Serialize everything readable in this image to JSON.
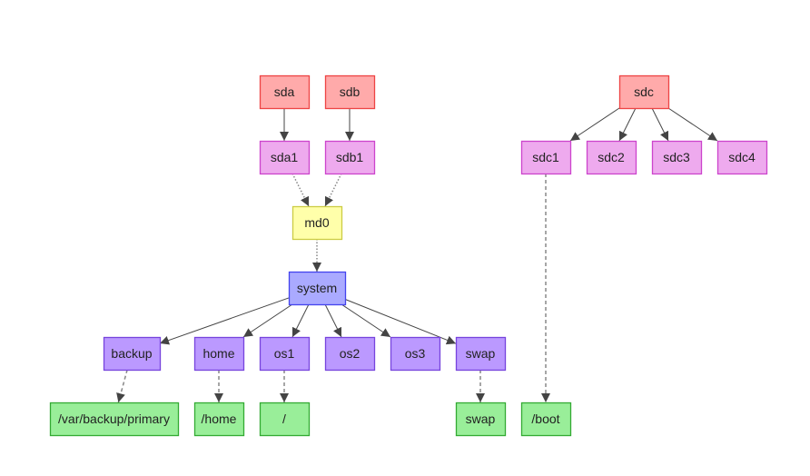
{
  "diagram": {
    "type": "block-device-graph",
    "styles": {
      "disk": {
        "fill": "#ffaaaa",
        "stroke": "#ee4444"
      },
      "partition": {
        "fill": "#eeaaee",
        "stroke": "#cc44cc"
      },
      "raid": {
        "fill": "#ffffaa",
        "stroke": "#cccc44"
      },
      "volume_group": {
        "fill": "#aaaaff",
        "stroke": "#4444ee"
      },
      "logical_volume": {
        "fill": "#bb99ff",
        "stroke": "#7744dd"
      },
      "mount": {
        "fill": "#99ee99",
        "stroke": "#33aa33"
      },
      "edge_color": "#444444",
      "edge_dashed_color": "#888888"
    },
    "nodes": [
      {
        "id": "sda",
        "label": "sda",
        "kind": "disk"
      },
      {
        "id": "sdb",
        "label": "sdb",
        "kind": "disk"
      },
      {
        "id": "sdc",
        "label": "sdc",
        "kind": "disk"
      },
      {
        "id": "sda1",
        "label": "sda1",
        "kind": "partition"
      },
      {
        "id": "sdb1",
        "label": "sdb1",
        "kind": "partition"
      },
      {
        "id": "sdc1",
        "label": "sdc1",
        "kind": "partition"
      },
      {
        "id": "sdc2",
        "label": "sdc2",
        "kind": "partition"
      },
      {
        "id": "sdc3",
        "label": "sdc3",
        "kind": "partition"
      },
      {
        "id": "sdc4",
        "label": "sdc4",
        "kind": "partition"
      },
      {
        "id": "md0",
        "label": "md0",
        "kind": "raid"
      },
      {
        "id": "system",
        "label": "system",
        "kind": "volume_group"
      },
      {
        "id": "backup",
        "label": "backup",
        "kind": "logical_volume"
      },
      {
        "id": "home",
        "label": "home",
        "kind": "logical_volume"
      },
      {
        "id": "os1",
        "label": "os1",
        "kind": "logical_volume"
      },
      {
        "id": "os2",
        "label": "os2",
        "kind": "logical_volume"
      },
      {
        "id": "os3",
        "label": "os3",
        "kind": "logical_volume"
      },
      {
        "id": "swap_lv",
        "label": "swap",
        "kind": "logical_volume"
      },
      {
        "id": "m_backup",
        "label": "/var/backup/primary",
        "kind": "mount"
      },
      {
        "id": "m_home",
        "label": "/home",
        "kind": "mount"
      },
      {
        "id": "m_root",
        "label": "/",
        "kind": "mount"
      },
      {
        "id": "m_swap",
        "label": "swap",
        "kind": "mount"
      },
      {
        "id": "m_boot",
        "label": "/boot",
        "kind": "mount"
      }
    ],
    "edges": [
      {
        "from": "sda",
        "to": "sda1",
        "style": "solid"
      },
      {
        "from": "sdb",
        "to": "sdb1",
        "style": "solid"
      },
      {
        "from": "sda1",
        "to": "md0",
        "style": "dotted"
      },
      {
        "from": "sdb1",
        "to": "md0",
        "style": "dotted"
      },
      {
        "from": "md0",
        "to": "system",
        "style": "dotted"
      },
      {
        "from": "system",
        "to": "backup",
        "style": "solid"
      },
      {
        "from": "system",
        "to": "home",
        "style": "solid"
      },
      {
        "from": "system",
        "to": "os1",
        "style": "solid"
      },
      {
        "from": "system",
        "to": "os2",
        "style": "solid"
      },
      {
        "from": "system",
        "to": "os3",
        "style": "solid"
      },
      {
        "from": "system",
        "to": "swap_lv",
        "style": "solid"
      },
      {
        "from": "backup",
        "to": "m_backup",
        "style": "dashed"
      },
      {
        "from": "home",
        "to": "m_home",
        "style": "dashed"
      },
      {
        "from": "os1",
        "to": "m_root",
        "style": "dashed"
      },
      {
        "from": "swap_lv",
        "to": "m_swap",
        "style": "dashed"
      },
      {
        "from": "sdc",
        "to": "sdc1",
        "style": "solid"
      },
      {
        "from": "sdc",
        "to": "sdc2",
        "style": "solid"
      },
      {
        "from": "sdc",
        "to": "sdc3",
        "style": "solid"
      },
      {
        "from": "sdc",
        "to": "sdc4",
        "style": "solid"
      },
      {
        "from": "sdc1",
        "to": "m_boot",
        "style": "dashed"
      }
    ]
  }
}
